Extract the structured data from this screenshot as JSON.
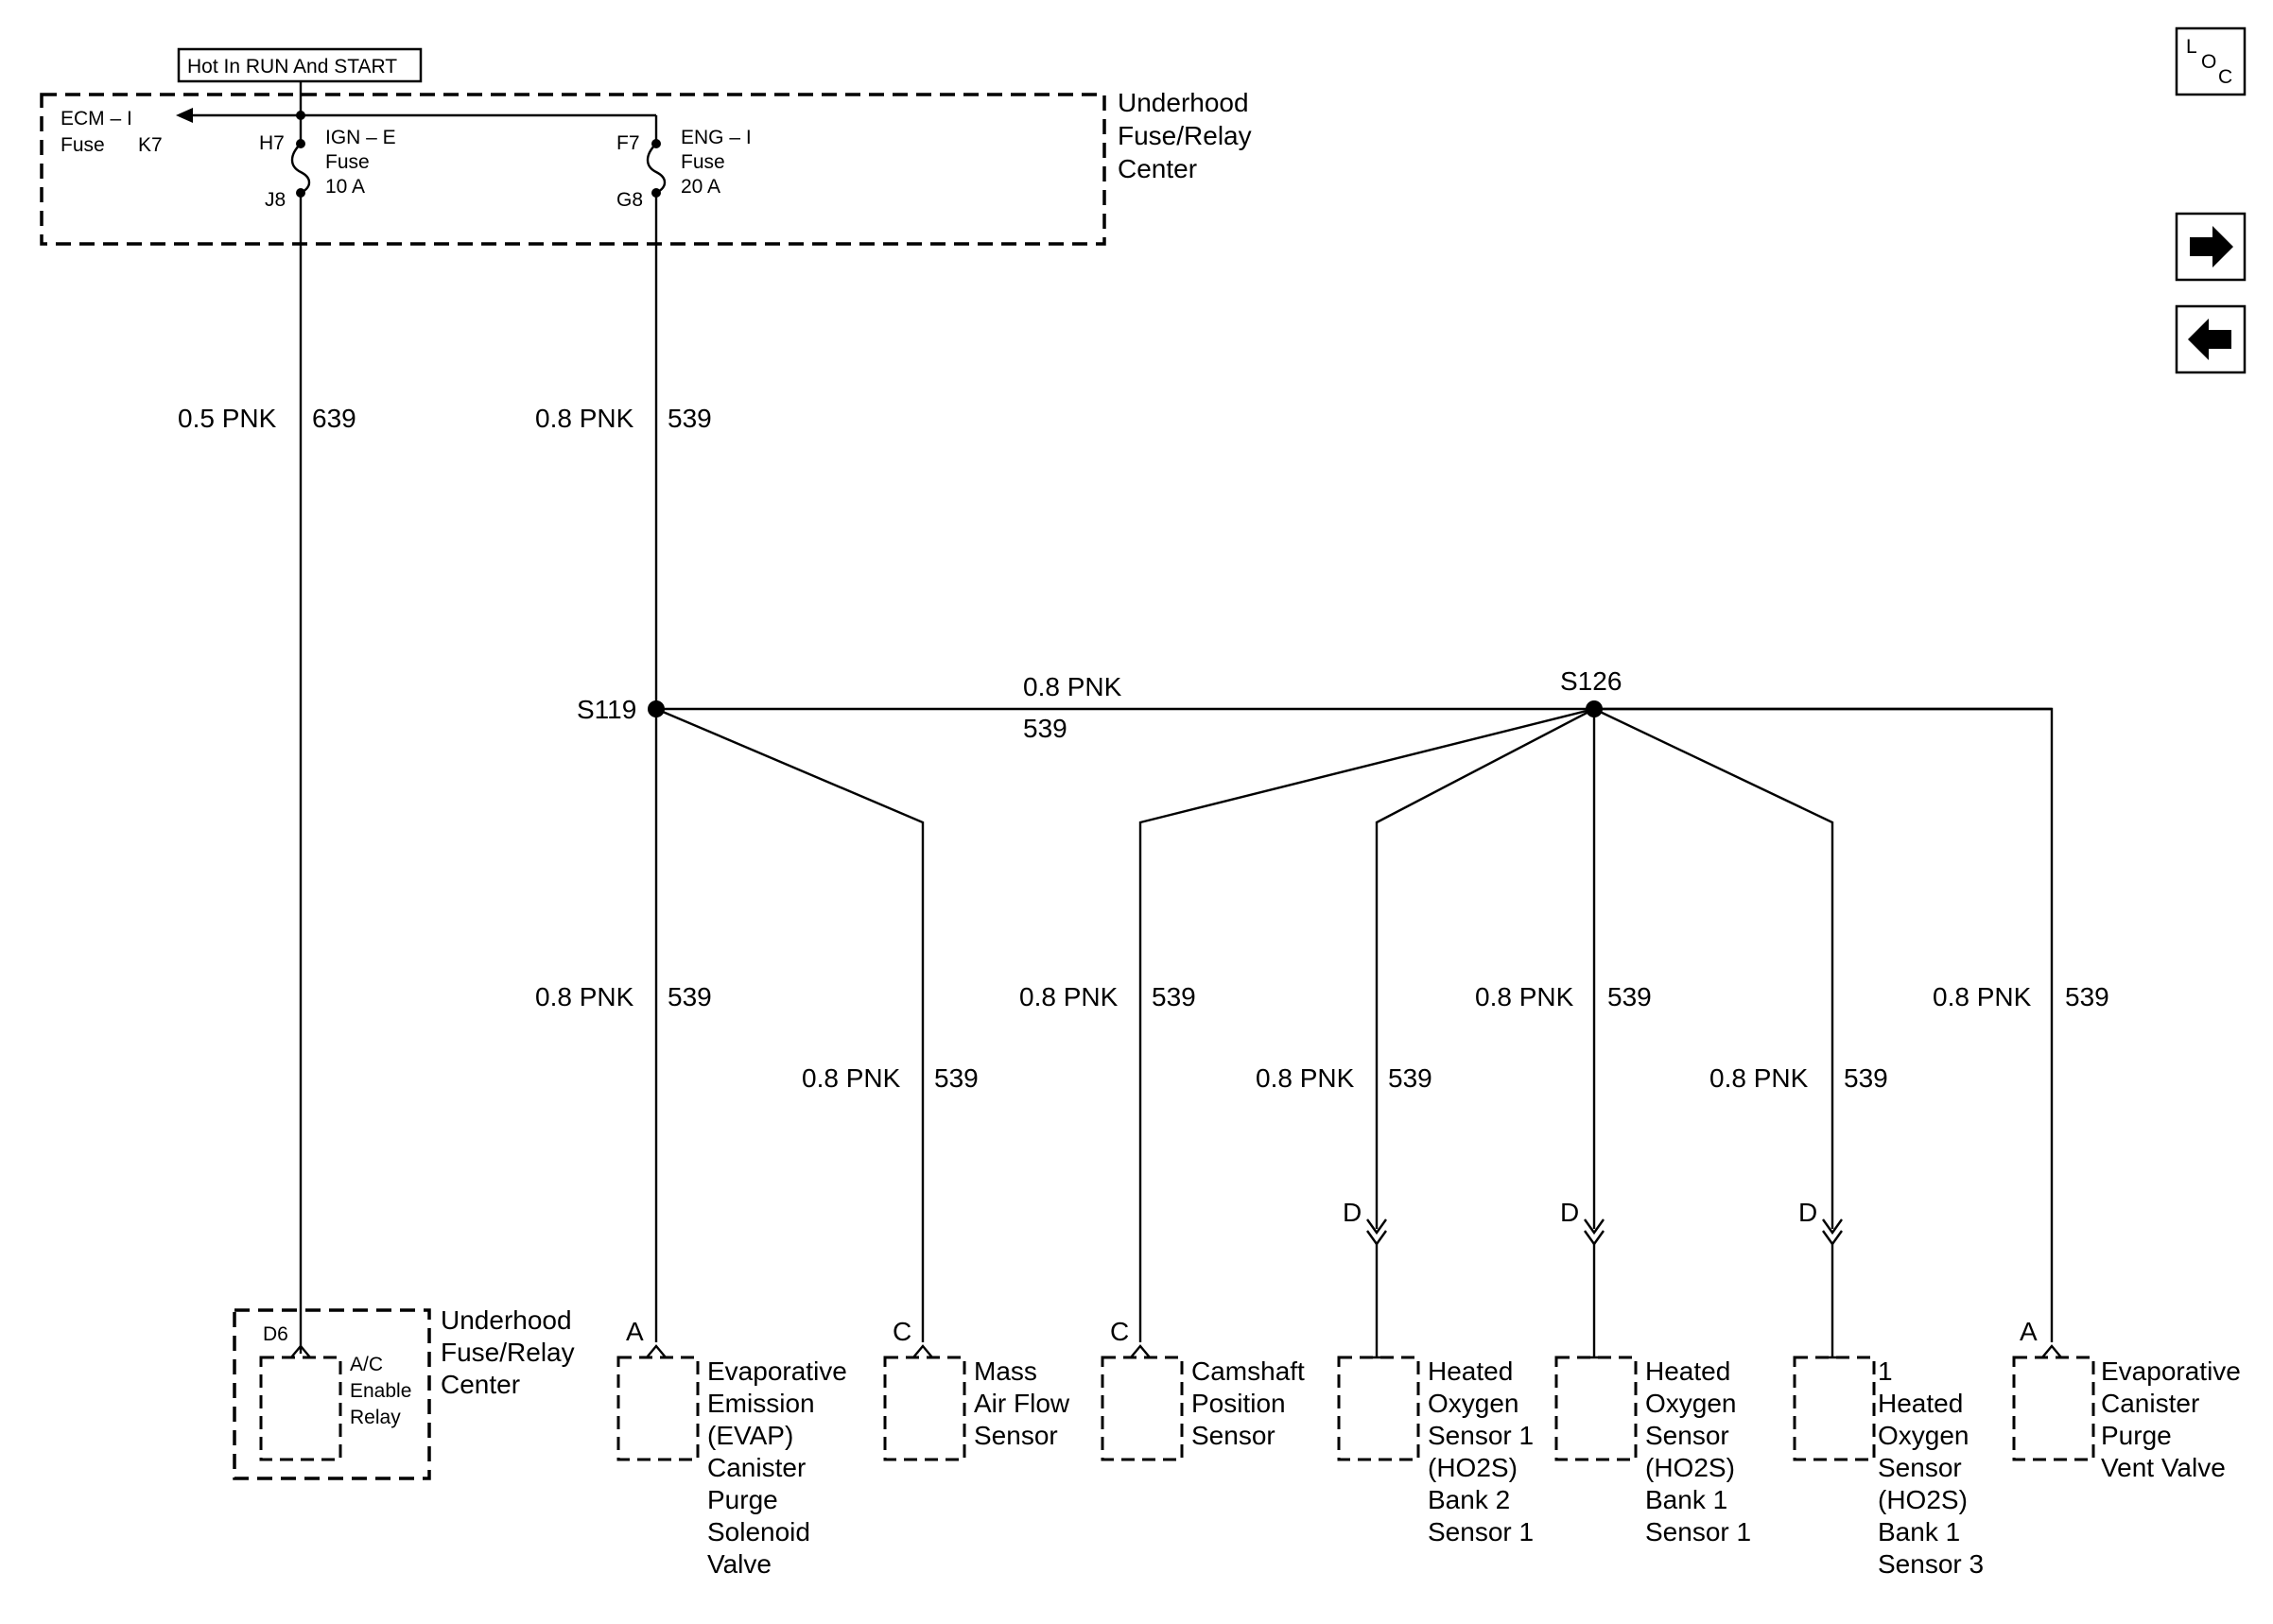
{
  "supply": {
    "hot_label": "Hot In RUN And START",
    "box_title": [
      "Underhood",
      "Fuse/Relay",
      "Center"
    ],
    "ecm_fuse": [
      "ECM – I",
      "Fuse"
    ],
    "ecm_pin": "K7",
    "ign_fuse": [
      "IGN – E",
      "Fuse",
      "10 A"
    ],
    "ign_in_pin": "H7",
    "ign_out_pin": "J8",
    "eng_fuse": [
      "ENG – I",
      "Fuse",
      "20 A"
    ],
    "eng_in_pin": "F7",
    "eng_out_pin": "G8"
  },
  "wires": {
    "w639": {
      "gauge": "0.5 PNK",
      "circuit": "639"
    },
    "w539_main": {
      "gauge": "0.8 PNK",
      "circuit": "539"
    },
    "w539_bus": {
      "gauge": "0.8 PNK",
      "circuit": "539"
    },
    "w539_evap": {
      "gauge": "0.8 PNK",
      "circuit": "539"
    },
    "w539_maf": {
      "gauge": "0.8 PNK",
      "circuit": "539"
    },
    "w539_cmp": {
      "gauge": "0.8 PNK",
      "circuit": "539"
    },
    "w539_ho2s_b2s1": {
      "gauge": "0.8 PNK",
      "circuit": "539"
    },
    "w539_ho2s_b1s1": {
      "gauge": "0.8 PNK",
      "circuit": "539"
    },
    "w539_ho2s_b1s3": {
      "gauge": "0.8 PNK",
      "circuit": "539"
    },
    "w539_vent": {
      "gauge": "0.8 PNK",
      "circuit": "539"
    }
  },
  "splices": {
    "s119": "S119",
    "s126": "S126"
  },
  "relay": {
    "pin": "D6",
    "inner": [
      "A/C",
      "Enable",
      "Relay"
    ],
    "title": [
      "Underhood",
      "Fuse/Relay",
      "Center"
    ]
  },
  "components": {
    "evap": {
      "pin": "A",
      "label": [
        "Evaporative",
        "Emission",
        "(EVAP)",
        "Canister",
        "Purge",
        "Solenoid",
        "Valve"
      ]
    },
    "maf": {
      "pin": "C",
      "label": [
        "Mass",
        "Air Flow",
        "Sensor"
      ]
    },
    "cmp": {
      "pin": "C",
      "label": [
        "Camshaft",
        "Position",
        "Sensor"
      ]
    },
    "ho2s_b2s1": {
      "pin": "D",
      "label": [
        "Heated",
        "Oxygen",
        "Sensor 1",
        "(HO2S)",
        "Bank 2",
        "Sensor 1"
      ]
    },
    "ho2s_b1s1": {
      "pin": "D",
      "label": [
        "Heated",
        "Oxygen",
        "Sensor",
        "(HO2S)",
        "Bank 1",
        "Sensor 1"
      ]
    },
    "ho2s_b1s3": {
      "pin": "D",
      "label": [
        "1",
        "Heated",
        "Oxygen",
        "Sensor",
        "(HO2S)",
        "Bank 1",
        "Sensor 3"
      ]
    },
    "vent": {
      "pin": "A",
      "label": [
        "Evaporative",
        "Canister",
        "Purge",
        "Vent Valve"
      ]
    }
  },
  "nav": {
    "loc_letters": [
      "L",
      "O",
      "C"
    ],
    "next_icon": "arrow-right-icon",
    "prev_icon": "arrow-left-icon"
  }
}
